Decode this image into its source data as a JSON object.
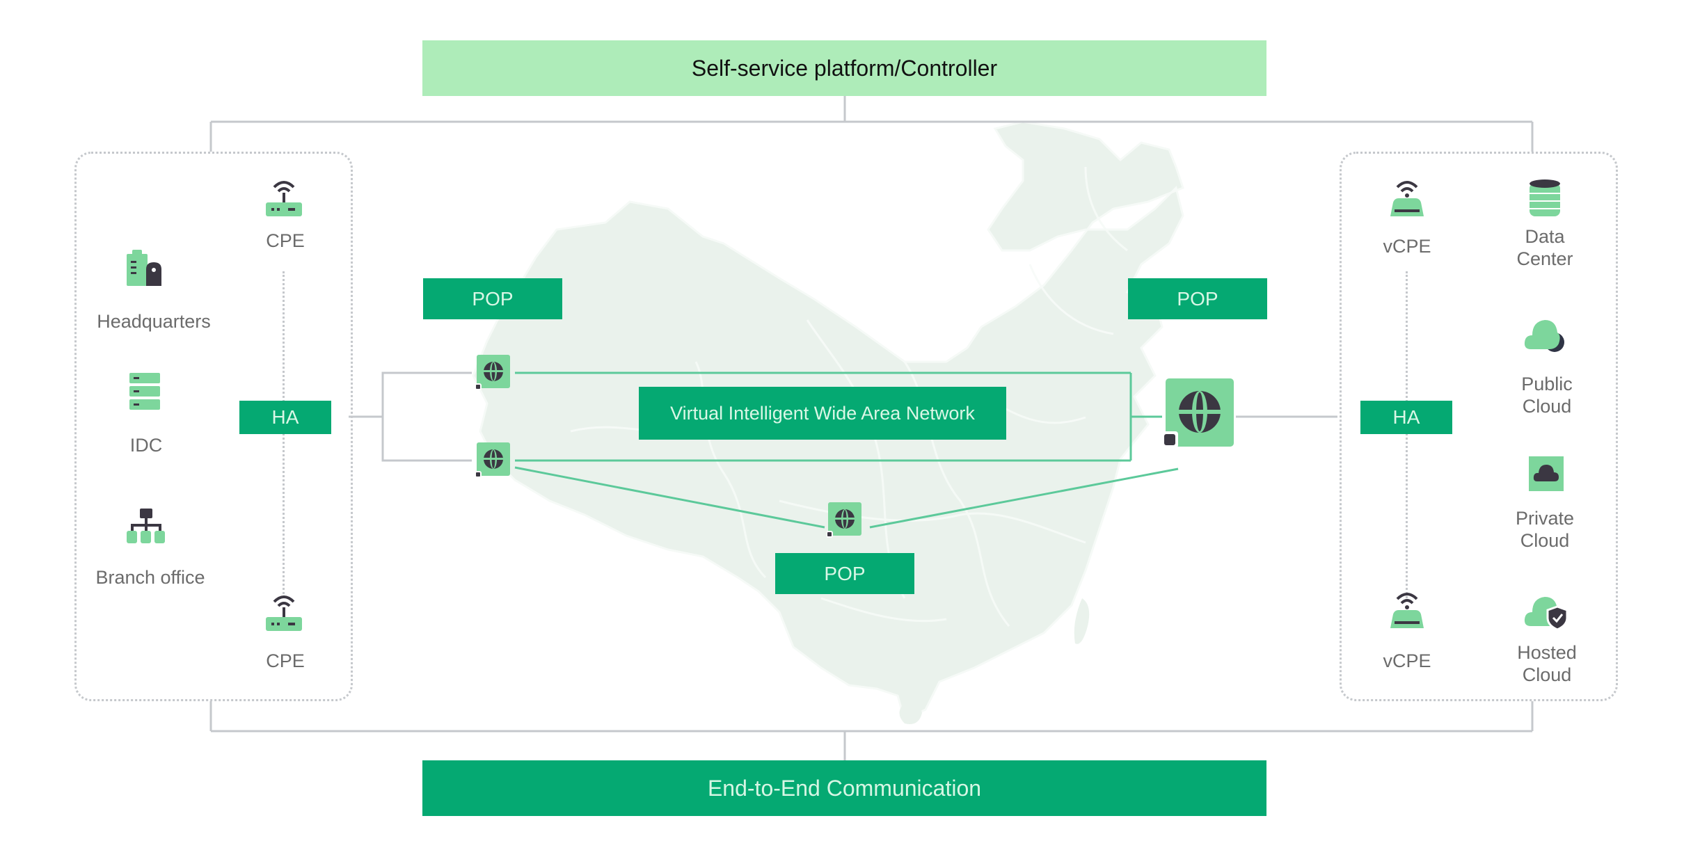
{
  "header": {
    "title": "Self-service platform/Controller"
  },
  "footer": {
    "title": "End-to-End Communication"
  },
  "colors": {
    "primary_green": "#05a972",
    "light_green": "#aeecb9",
    "icon_green": "#7dd69c",
    "icon_dark": "#3b3742",
    "connector_gray": "#c5c8cc",
    "map_fill": "#eaf2ec"
  },
  "left_panel": {
    "sites": [
      {
        "label": "Headquarters",
        "icon": "building-icon"
      },
      {
        "label": "IDC",
        "icon": "server-stack-icon"
      },
      {
        "label": "Branch office",
        "icon": "org-tree-icon"
      }
    ],
    "devices": [
      {
        "label": "CPE",
        "icon": "router-icon"
      },
      {
        "label": "CPE",
        "icon": "router-icon"
      }
    ],
    "ha_label": "HA"
  },
  "right_panel": {
    "devices": [
      {
        "label": "vCPE",
        "icon": "wireless-router-icon"
      },
      {
        "label": "vCPE",
        "icon": "wireless-router-icon"
      }
    ],
    "ha_label": "HA",
    "clouds": [
      {
        "label": "Data\nCenter",
        "line1": "Data",
        "line2": "Center",
        "icon": "database-icon"
      },
      {
        "label": "Public\nCloud",
        "line1": "Public",
        "line2": "Cloud",
        "icon": "cloud-icon"
      },
      {
        "label": "Private\nCloud",
        "line1": "Private",
        "line2": "Cloud",
        "icon": "private-cloud-icon"
      },
      {
        "label": "Hosted\nCloud",
        "line1": "Hosted",
        "line2": "Cloud",
        "icon": "hosted-cloud-shield-icon"
      }
    ]
  },
  "network": {
    "title": "Virtual Intelligent Wide Area Network",
    "pops": [
      {
        "label": "POP",
        "position": "top-left"
      },
      {
        "label": "POP",
        "position": "top-right"
      },
      {
        "label": "POP",
        "position": "bottom-center"
      }
    ],
    "nodes": [
      "globe-node-1",
      "globe-node-2",
      "globe-node-3",
      "globe-node-main"
    ]
  }
}
